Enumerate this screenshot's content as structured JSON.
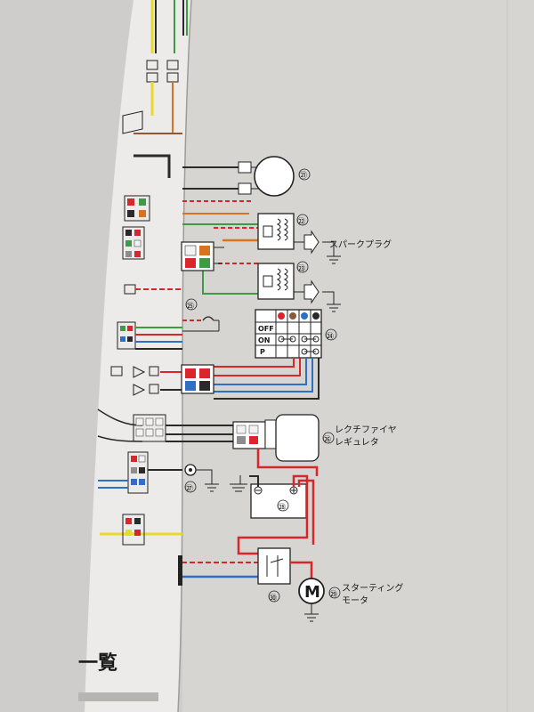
{
  "labels": {
    "spark_plug": "スパークプラグ",
    "rectifier_line1": "レクチファイヤ",
    "rectifier_line2": "レギュレタ",
    "starter_line1": "スターティング",
    "starter_line2": "モータ",
    "motor_letter": "M",
    "page_heading_fragment": "一覧"
  },
  "component_numbers": [
    "㉑",
    "㉒",
    "㉓",
    "㉔",
    "㉕",
    "㉖",
    "㉗",
    "㉘",
    "㉙",
    "㉚"
  ],
  "switch_table": {
    "rows": [
      "OFF",
      "ON",
      "P"
    ]
  },
  "wire_colors": {
    "black": "#2a2a2a",
    "red": "#d8262b",
    "blue": "#2f6fc6",
    "green": "#3f9a45",
    "orange": "#d9731f",
    "yellow": "#e9d92a",
    "brown": "#8b5a3c",
    "white": "#f2f2f2",
    "gray": "#8d8d8d"
  }
}
